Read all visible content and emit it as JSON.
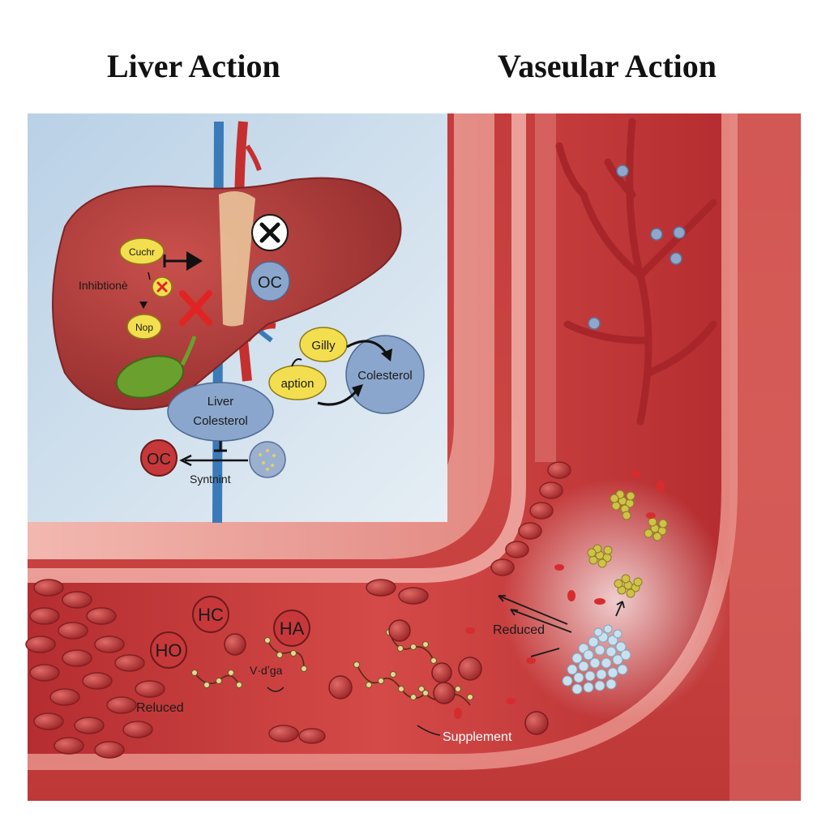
{
  "headings": {
    "left": "Liver Action",
    "right": "Vaseular Action"
  },
  "liver_panel": {
    "badge_cuchr": "Cuchr",
    "label_inhibition": "Inhibtionè",
    "badge_nop": "Nop",
    "badge_oc_center": "OC",
    "badge_gilly": "Gilly",
    "badge_aption": "aption",
    "node_colesterol": "Colesterol",
    "node_liver_line1": "Liver",
    "node_liver_line2": "Colesterol",
    "node_oc_bottom": "OC",
    "label_synthesis": "Syntnint"
  },
  "vessel_panel": {
    "mol_hc": "HC",
    "mol_ho": "HO",
    "mol_ha": "HA",
    "label_vdga": "V·dʼga",
    "label_reduced_left": "Reluced",
    "label_reduced_right": "Reduced",
    "label_supplement": "Supplement"
  },
  "colors": {
    "vessel_red": "#c9383a",
    "liver_red": "#b8393a",
    "panel_blue": "#c7dcea",
    "node_blue": "#8ba6cc",
    "badge_yellow": "#f3de4f",
    "bile_green": "#6aa02e"
  }
}
